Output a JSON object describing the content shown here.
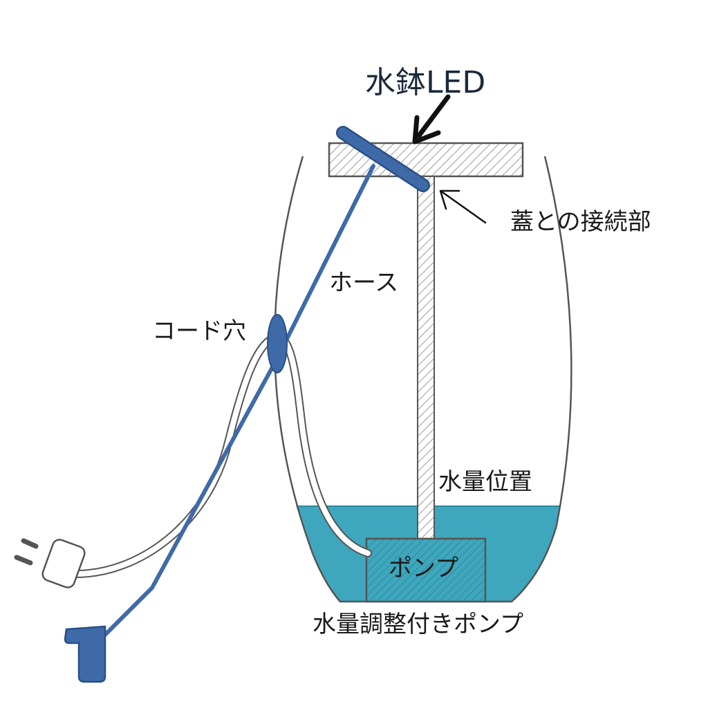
{
  "labels": {
    "led": "水鉢LED",
    "lid_joint": "蓋との接続部",
    "hose": "ホース",
    "cord_hole": "コード穴",
    "water_level": "水量位置",
    "pump": "ポンプ",
    "adjustable_pump": "水量調整付きポンプ"
  },
  "colors": {
    "led_blue": "#3e6aa8",
    "led_edge": "#2a4f86",
    "water": "#3ea7bd",
    "water_edge": "#2c8aa0",
    "outline": "#555555",
    "hatch": "#9a9a9a"
  },
  "icons": {
    "arrow_led": "arrow-icon",
    "arrow_joint": "arrow-icon",
    "plug": "power-plug-icon",
    "led_adapter": "led-adapter-icon"
  }
}
